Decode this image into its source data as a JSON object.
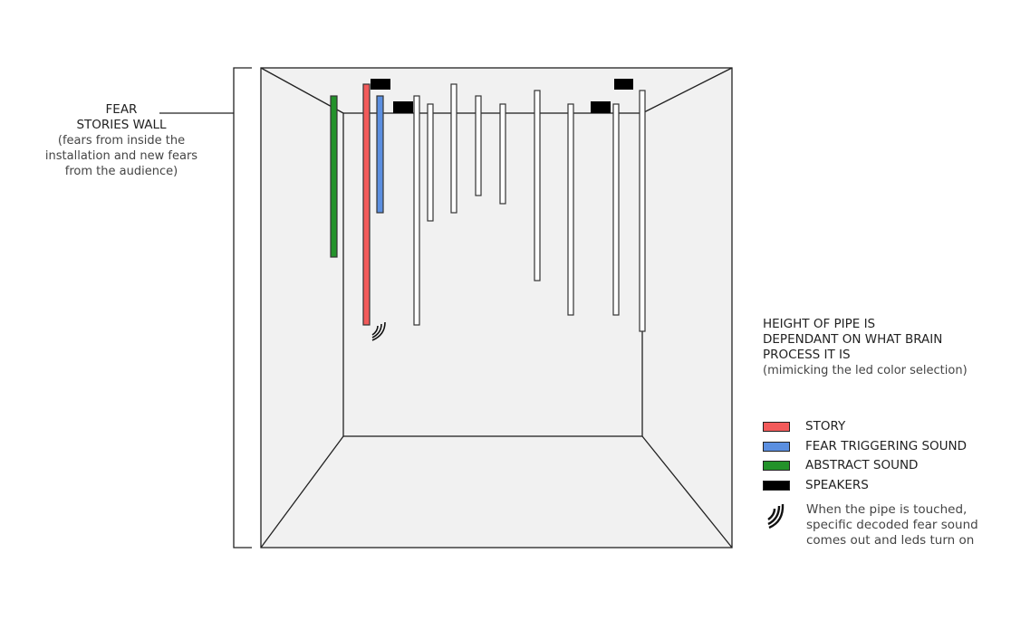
{
  "wall_label": {
    "title_line1": "FEAR",
    "title_line2": "STORIES WALL",
    "sub_line1": "(fears from inside the",
    "sub_line2": "installation and new fears",
    "sub_line3": "from the audience)"
  },
  "height_note": {
    "line1": "HEIGHT OF PIPE IS",
    "line2": "DEPENDANT ON WHAT BRAIN",
    "line3": "PROCESS IT IS",
    "sub": "(mimicking the led color selection)"
  },
  "legend": {
    "items": [
      {
        "label": "STORY",
        "color": "#f25a5a"
      },
      {
        "label": "FEAR TRIGGERING SOUND",
        "color": "#5b8fe0"
      },
      {
        "label": "ABSTRACT SOUND",
        "color": "#23922a"
      },
      {
        "label": "SPEAKERS",
        "color": "#000000"
      }
    ],
    "touch_note_line1": "When the pipe is touched,",
    "touch_note_line2": "specific decoded fear sound",
    "touch_note_line3": "comes out and leds turn on"
  },
  "colors": {
    "wall": "#f1f1f1",
    "pipe_white": "#ffffff"
  }
}
